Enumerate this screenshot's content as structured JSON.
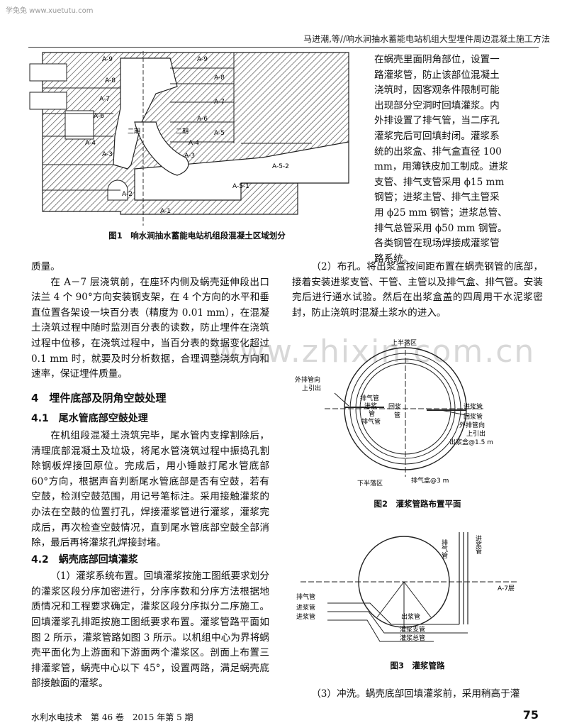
{
  "watermark_top": "学兔兔 www.xuetutu.com",
  "site_watermark": "www.zhixin.com.cn",
  "header": "马进潮,等//响水涧抽水蓄能电站机组大型埋件周边混凝土施工方法",
  "fig1": {
    "caption": "图1　响水涧抽水蓄能电站机组段混凝土区域划分",
    "labels": [
      "A-9",
      "A-9",
      "A-8",
      "A-8",
      "A-7",
      "A-7",
      "A-6",
      "A-6",
      "A-5",
      "A-4",
      "A-4",
      "A-3",
      "A-3",
      "A-2",
      "A-1",
      "A-5-2",
      "A-5-1",
      "二期",
      "二期"
    ]
  },
  "right_top_paras": [
    "在蜗壳里面阴角部位，设置一",
    "路灌浆管，防止该部位混凝土",
    "浇筑时，因客观条件限制可能",
    "出现部分空洞时回填灌浆。内",
    "外排设置了排气管，当二序孔",
    "灌浆完后可回填封闭。灌浆系",
    "统的出浆盒、排气盒直径 100",
    "mm，用薄铁皮加工制成。进浆",
    "支管、排气支管采用 ϕ15 mm",
    "钢管；进浆主管、排气主管采",
    "用 ϕ25 mm 钢管；进浆总管、",
    "排气总管采用 ϕ50 mm 钢管。",
    "各类钢管在现场焊接成灌浆管",
    "路系统。"
  ],
  "left_paras": {
    "p0": "质量。",
    "p1": "在 A－7 层浇筑前，在座环内侧及蜗壳延伸段出口法兰 4 个 90°方向安装钢支架，在 4 个方向的水平和垂直位置各架设一块百分表（精度为 0.01 mm），在混凝土浇筑过程中随时监测百分表的读数，防止埋件在浇筑过程中位移，在浇筑过程中，当百分表的数据变化超过 0.1 mm 时，就要及时分析数据，合理调整浇筑方向和速率，保证埋件质量。",
    "sec4": "4　埋件底部及阴角空鼓处理",
    "sec41": "4.1　尾水管底部空鼓处理",
    "p2": "在机组段混凝土浇筑完毕，尾水管内支撑割除后，清理底部混凝土及垃圾，将尾水管浇筑过程中振捣孔割除钢板焊接回原位。完成后，用小锤敲打尾水管底部 60°方向，根据声音判断尾水管底部是否有空鼓，若有空鼓，检测空鼓范围，用记号笔标注。采用接触灌浆的办法在空鼓的位置打孔，焊接灌浆管进行灌浆，灌浆完成后，再次检查空鼓情况，直到尾水管底部空鼓全部消除，最后再将灌浆孔焊接封堵。",
    "sec42": "4.2　蜗壳底部回填灌浆",
    "p3": "（1）灌浆系统布置。回填灌浆按施工图纸要求划分的灌浆区段分序加密进行，分序序数和分序方法根据地质情况和工程要求确定，灌浆区段分序拟分二序施工。回填灌浆孔排距按施工图纸要求布置。灌浆管路平面如图 2 所示，灌浆管路如图 3 所示。以机组中心为界将蜗壳平面化为上游面和下游面两个灌浆区。剖面上布置三排灌浆管，蜗壳中心以下 45°，设置两路，满足蜗壳底部接触面的灌浆。"
  },
  "right_mid_para": "（2）布孔。将出浆盒按间距布置在蜗壳钢管的底部，接着安装进浆支管、干管、主管以及排气盒、排气管。安装完后进行通水试验。然后在出浆盒盖的四周用干水泥浆密封，防止浇筑时混凝土浆水的进入。",
  "fig2": {
    "caption": "图2　灌浆管路布置平面",
    "labels": {
      "top": "上半落区",
      "bottom": "下半落区",
      "outer_left": "外排管向",
      "outer_left2": "上引出",
      "vent": "排气管",
      "inlet": "进浆",
      "pipe": "管",
      "return": "回浆",
      "return2": "管",
      "vent2": "排气管",
      "inlet_r": "进浆管",
      "return_r": "回浆管",
      "outer_r": "外排管向",
      "outer_r2": "上引出",
      "outlet_box": "出浆盒@1.5 m",
      "vent_box": "排气盒@3 m"
    }
  },
  "fig3": {
    "caption": "图3　灌浆管路",
    "labels": {
      "vent_v": "排气管",
      "inlet_v": "进浆管",
      "vent": "排气管",
      "inlet1": "进浆管",
      "inlet2": "进浆管",
      "outlet": "出浆管",
      "branch": "灌浆支管",
      "total": "灌浆总管",
      "layer": "A-7层"
    }
  },
  "right_bottom_para": "（3）冲洗。蜗壳底部回填灌浆前，采用稍高于灌",
  "footer": "水利水电技术　第 46 卷　2015 年第 5 期",
  "page_number": "75"
}
